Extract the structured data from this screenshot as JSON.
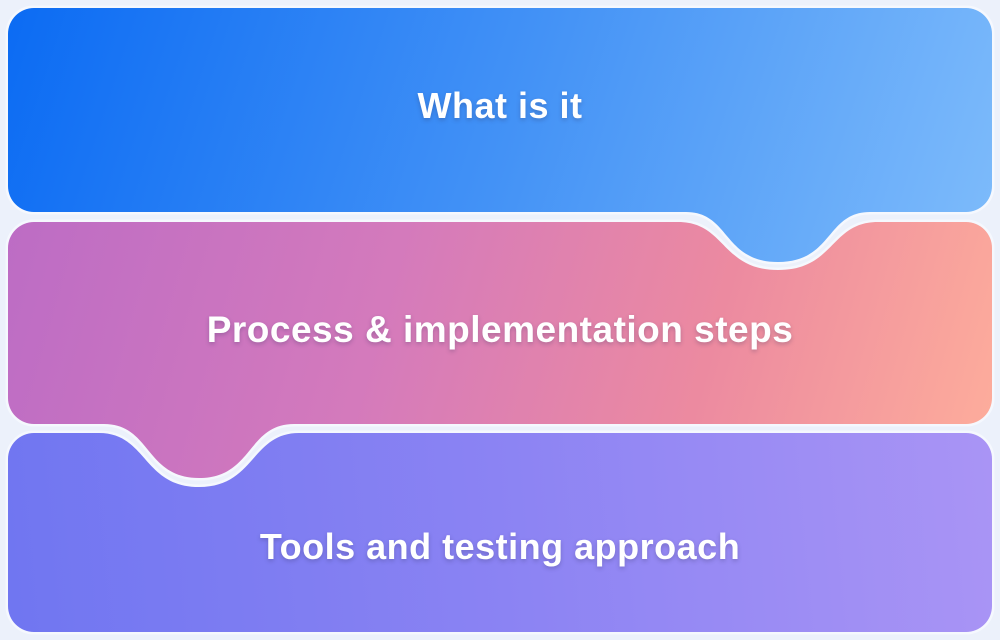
{
  "canvas": {
    "background_color": "#ecf1fb",
    "text_color": "#ffffff",
    "divider_stroke_color": "#f5f8fe"
  },
  "banners": [
    {
      "name": "what-is-it",
      "label": "What is it",
      "gradient": {
        "start": "#0b6bf3",
        "mid": "#4392f6",
        "end": "#80bdfb"
      }
    },
    {
      "name": "process-implementation-steps",
      "label": "Process & implementation steps",
      "gradient": {
        "start": "#bc6cc5",
        "mid": "#d47abc",
        "mid2": "#ec8aa0",
        "end": "#feae9b"
      }
    },
    {
      "name": "tools-testing-approach",
      "label": "Tools and testing approach",
      "gradient": {
        "start": "#7076f1",
        "mid": "#8b83f3",
        "end": "#a994f5"
      }
    }
  ]
}
